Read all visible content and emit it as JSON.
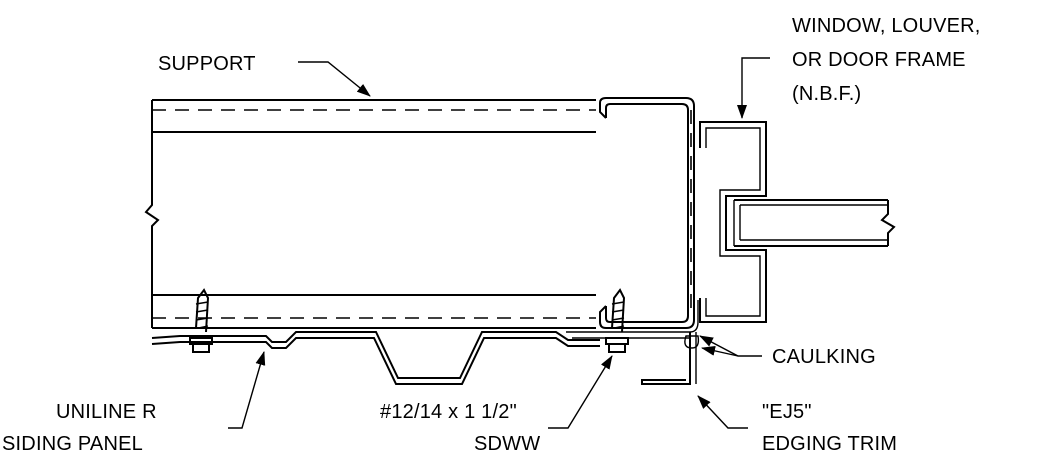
{
  "callouts": {
    "support": "SUPPORT",
    "frame": [
      "WINDOW, LOUVER,",
      "OR DOOR FRAME",
      "(N.B.F.)"
    ],
    "caulking": "CAULKING",
    "panel": [
      "UNILINE R",
      "SIDING PANEL"
    ],
    "fastener": [
      "#12/14 x 1 1/2\"",
      "SDWW"
    ],
    "trim": [
      "\"EJ5\"",
      "EDGING TRIM"
    ]
  }
}
